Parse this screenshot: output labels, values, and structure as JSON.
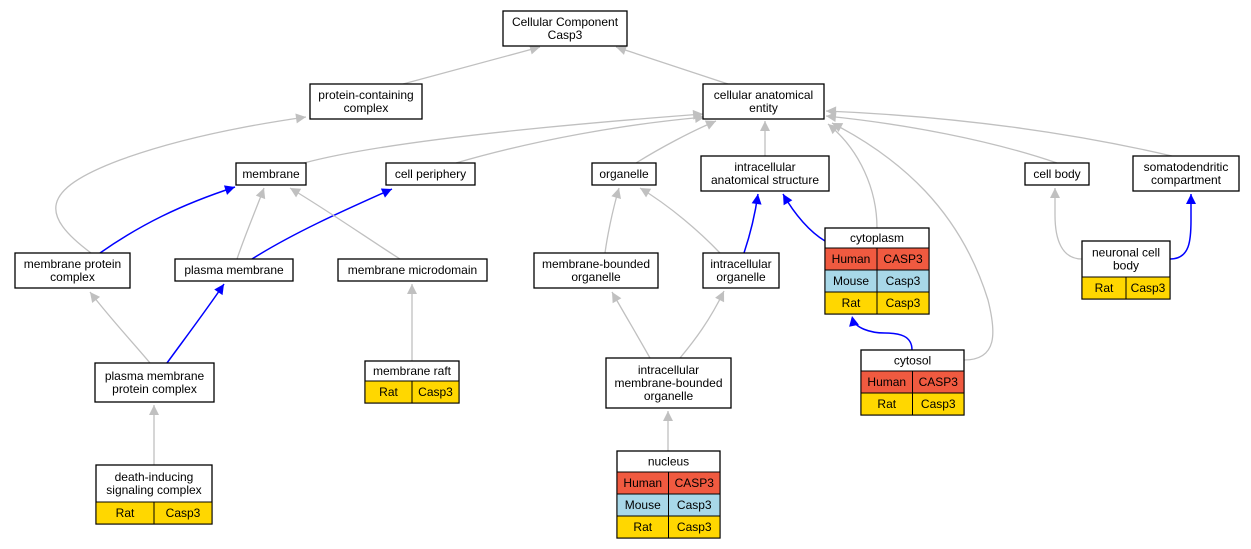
{
  "colors": {
    "human": "#f05a40",
    "mouse": "#a8d8e8",
    "rat": "#ffd700",
    "edge_is_a": "#c0c0c0",
    "edge_part_of": "#0000ff"
  },
  "nodes": {
    "root": {
      "lines": [
        "Cellular Component",
        "Casp3"
      ]
    },
    "protein_complex": {
      "lines": [
        "protein-containing",
        "complex"
      ]
    },
    "cellular_entity": {
      "lines": [
        "cellular anatomical",
        "entity"
      ]
    },
    "membrane": {
      "lines": [
        "membrane"
      ]
    },
    "cell_periphery": {
      "lines": [
        "cell periphery"
      ]
    },
    "organelle": {
      "lines": [
        "organelle"
      ]
    },
    "intracellular_struct": {
      "lines": [
        "intracellular",
        "anatomical structure"
      ]
    },
    "cell_body": {
      "lines": [
        "cell body"
      ]
    },
    "somatodendritic": {
      "lines": [
        "somatodendritic",
        "compartment"
      ]
    },
    "membrane_protein_complex": {
      "lines": [
        "membrane protein",
        "complex"
      ]
    },
    "plasma_membrane": {
      "lines": [
        "plasma membrane"
      ]
    },
    "membrane_microdomain": {
      "lines": [
        "membrane microdomain"
      ]
    },
    "membrane_bounded_organelle": {
      "lines": [
        "membrane-bounded",
        "organelle"
      ]
    },
    "intracellular_organelle": {
      "lines": [
        "intracellular",
        "organelle"
      ]
    },
    "cytoplasm": {
      "lines": [
        "cytoplasm"
      ],
      "rows": [
        [
          "Human",
          "CASP3"
        ],
        [
          "Mouse",
          "Casp3"
        ],
        [
          "Rat",
          "Casp3"
        ]
      ]
    },
    "neuronal_cell_body": {
      "lines": [
        "neuronal cell",
        "body"
      ],
      "rows": [
        [
          "Rat",
          "Casp3"
        ]
      ]
    },
    "plasma_membrane_protein_complex": {
      "lines": [
        "plasma membrane",
        "protein complex"
      ]
    },
    "membrane_raft": {
      "lines": [
        "membrane raft"
      ],
      "rows": [
        [
          "Rat",
          "Casp3"
        ]
      ]
    },
    "intracellular_mbo": {
      "lines": [
        "intracellular",
        "membrane-bounded",
        "organelle"
      ]
    },
    "cytosol": {
      "lines": [
        "cytosol"
      ],
      "rows": [
        [
          "Human",
          "CASP3"
        ],
        [
          "Rat",
          "Casp3"
        ]
      ]
    },
    "death_inducing": {
      "lines": [
        "death-inducing",
        "signaling complex"
      ],
      "rows": [
        [
          "Rat",
          "Casp3"
        ]
      ]
    },
    "nucleus": {
      "lines": [
        "nucleus"
      ],
      "rows": [
        [
          "Human",
          "CASP3"
        ],
        [
          "Mouse",
          "Casp3"
        ],
        [
          "Rat",
          "Casp3"
        ]
      ]
    }
  },
  "edges": [
    {
      "from": "protein_complex",
      "to": "root",
      "type": "is_a"
    },
    {
      "from": "cellular_entity",
      "to": "root",
      "type": "is_a"
    },
    {
      "from": "membrane",
      "to": "cellular_entity",
      "type": "is_a"
    },
    {
      "from": "cell_periphery",
      "to": "cellular_entity",
      "type": "is_a"
    },
    {
      "from": "organelle",
      "to": "cellular_entity",
      "type": "is_a"
    },
    {
      "from": "intracellular_struct",
      "to": "cellular_entity",
      "type": "is_a"
    },
    {
      "from": "cytoplasm",
      "to": "cellular_entity",
      "type": "is_a"
    },
    {
      "from": "cytosol",
      "to": "cellular_entity",
      "type": "is_a"
    },
    {
      "from": "cell_body",
      "to": "cellular_entity",
      "type": "is_a"
    },
    {
      "from": "somatodendritic",
      "to": "cellular_entity",
      "type": "is_a"
    },
    {
      "from": "membrane_protein_complex",
      "to": "protein_complex",
      "type": "is_a"
    },
    {
      "from": "membrane_protein_complex",
      "to": "membrane",
      "type": "part_of"
    },
    {
      "from": "plasma_membrane",
      "to": "membrane",
      "type": "is_a"
    },
    {
      "from": "plasma_membrane",
      "to": "cell_periphery",
      "type": "part_of"
    },
    {
      "from": "membrane_microdomain",
      "to": "membrane",
      "type": "is_a"
    },
    {
      "from": "membrane_bounded_organelle",
      "to": "organelle",
      "type": "is_a"
    },
    {
      "from": "intracellular_organelle",
      "to": "organelle",
      "type": "is_a"
    },
    {
      "from": "intracellular_organelle",
      "to": "intracellular_struct",
      "type": "part_of"
    },
    {
      "from": "cytoplasm",
      "to": "intracellular_struct",
      "type": "part_of"
    },
    {
      "from": "neuronal_cell_body",
      "to": "cell_body",
      "type": "is_a"
    },
    {
      "from": "neuronal_cell_body",
      "to": "somatodendritic",
      "type": "part_of"
    },
    {
      "from": "plasma_membrane_protein_complex",
      "to": "membrane_protein_complex",
      "type": "is_a"
    },
    {
      "from": "plasma_membrane_protein_complex",
      "to": "plasma_membrane",
      "type": "part_of"
    },
    {
      "from": "membrane_raft",
      "to": "membrane_microdomain",
      "type": "is_a"
    },
    {
      "from": "intracellular_mbo",
      "to": "membrane_bounded_organelle",
      "type": "is_a"
    },
    {
      "from": "intracellular_mbo",
      "to": "intracellular_organelle",
      "type": "is_a"
    },
    {
      "from": "cytosol",
      "to": "cytoplasm",
      "type": "part_of"
    },
    {
      "from": "death_inducing",
      "to": "plasma_membrane_protein_complex",
      "type": "is_a"
    },
    {
      "from": "nucleus",
      "to": "intracellular_mbo",
      "type": "is_a"
    }
  ]
}
